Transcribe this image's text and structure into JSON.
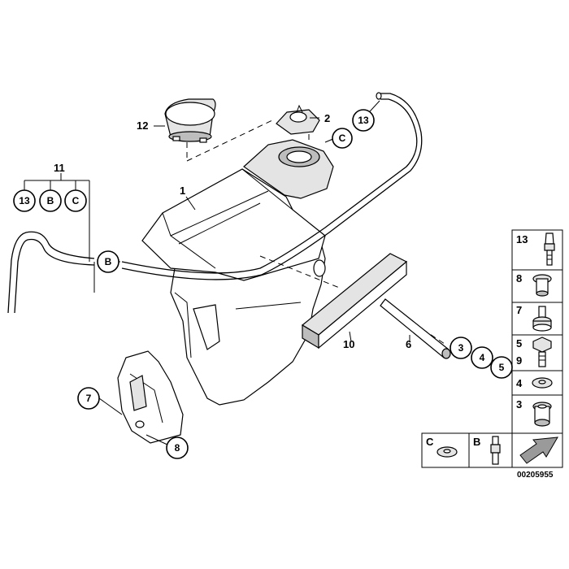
{
  "diagram": {
    "doc_number": "00205955",
    "part_labels": {
      "p1": "1",
      "p2": "2",
      "p6": "6",
      "p10": "10",
      "p11": "11",
      "p12": "12"
    },
    "callouts": {
      "c13_hose": "13",
      "c_cap": "C",
      "b_hose": "B",
      "g13": "13",
      "gB": "B",
      "gC": "C",
      "c7": "7",
      "c8": "8",
      "c3": "3",
      "c4": "4",
      "c5": "5"
    },
    "legend": {
      "rows": [
        {
          "labels": [
            "13"
          ]
        },
        {
          "labels": [
            "8"
          ]
        },
        {
          "labels": [
            "7"
          ]
        },
        {
          "labels": [
            "5",
            "9"
          ]
        },
        {
          "labels": [
            "4"
          ]
        },
        {
          "labels": [
            "3"
          ]
        }
      ],
      "bottom": {
        "left": "C",
        "right": "B"
      }
    }
  }
}
